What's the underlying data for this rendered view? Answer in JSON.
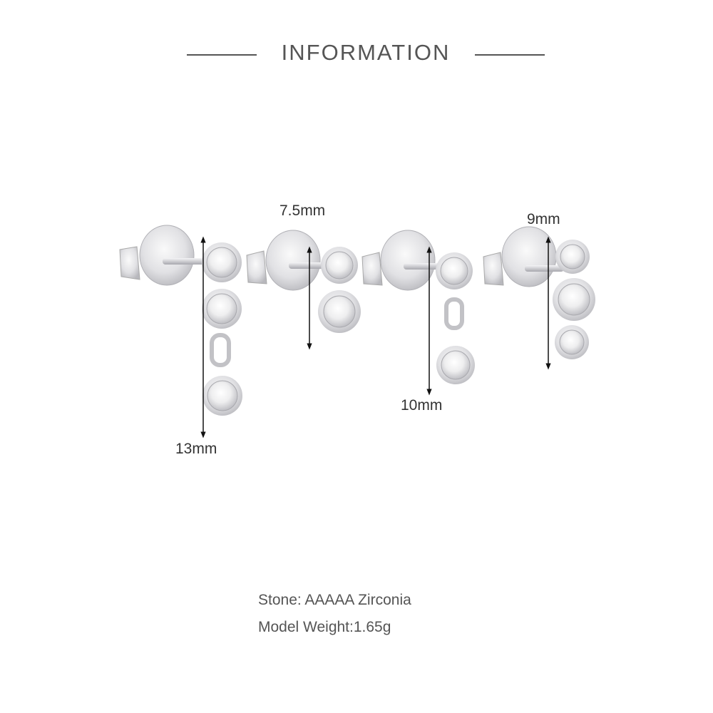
{
  "header": {
    "title": "INFORMATION"
  },
  "earrings": [
    {
      "size_label": "13mm"
    },
    {
      "size_label": "7.5mm"
    },
    {
      "size_label": "10mm"
    },
    {
      "size_label": "9mm"
    }
  ],
  "specs": {
    "stone": "Stone: AAAAA Zirconia",
    "weight": "Model Weight:1.65g"
  },
  "colors": {
    "background": "#ffffff",
    "text": "#555555",
    "metal": "#d9d9dc"
  }
}
